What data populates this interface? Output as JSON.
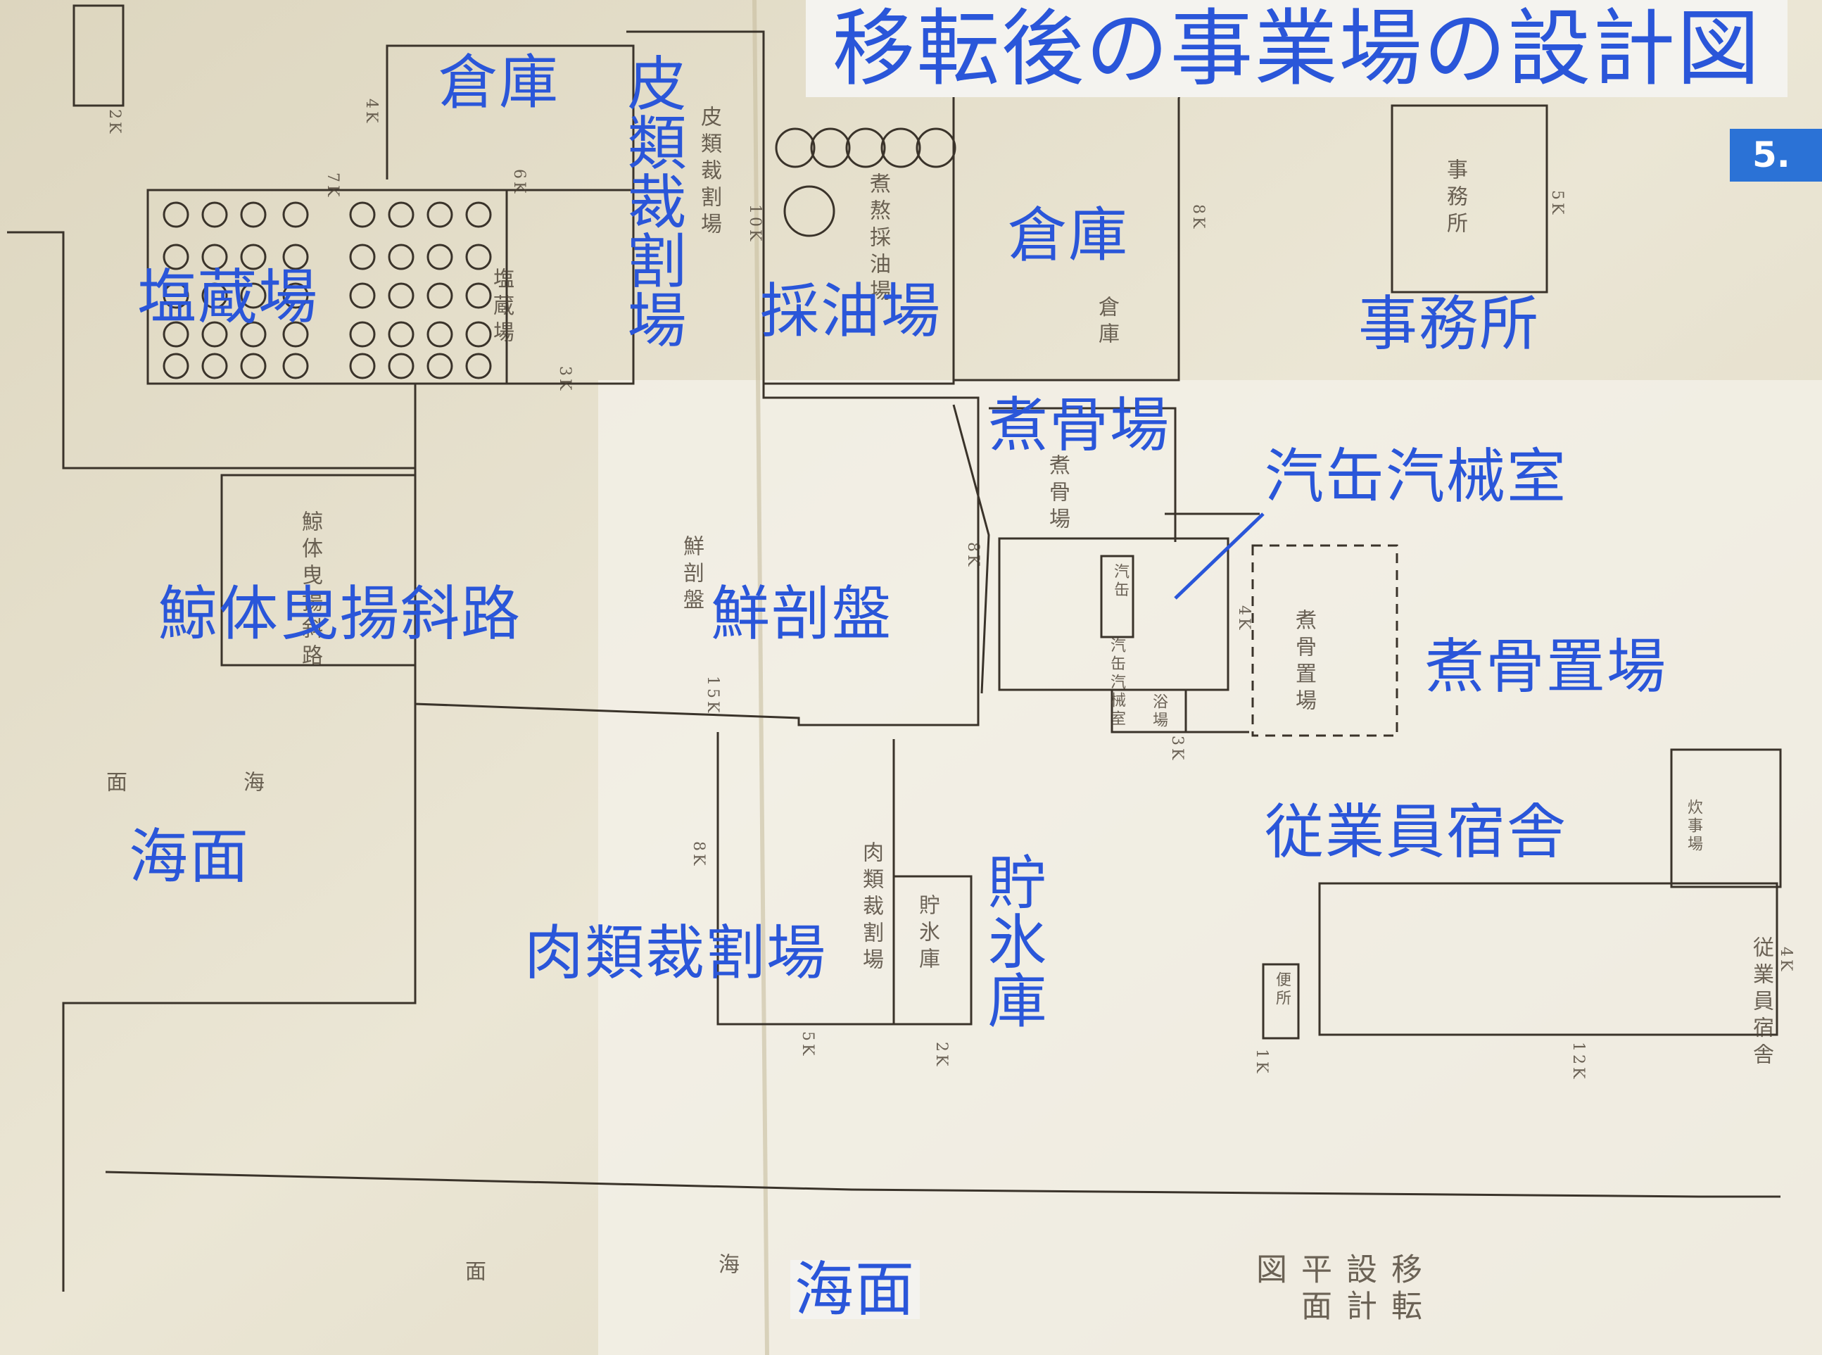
{
  "title": "移転後の事業場の設計図",
  "section_badge": "5.",
  "labels": {
    "warehouse_1": "倉庫",
    "skin_cutting": "皮類裁割場",
    "warehouse_2": "倉庫",
    "salt_storage": "塩蔵場",
    "oil_extraction": "採油場",
    "office": "事務所",
    "bone_boiling": "煮骨場",
    "boiler_room": "汽缶汽械室",
    "whale_slipway": "鯨体曳揚斜路",
    "flensing_deck": "鮮剖盤",
    "bone_storage": "煮骨置場",
    "sea_west": "海面",
    "dormitory": "従業員宿舎",
    "ice_storage": "貯氷庫",
    "meat_cutting": "肉類裁割場",
    "sea_south": "海面"
  },
  "handwritten": {
    "dorm_text": "従業員宿舎",
    "office_text": "事務所",
    "salt_text": "塩蔵場",
    "ice_text": "貯氷庫",
    "meat_text": "肉類裁割場",
    "skin_text": "皮類裁割場",
    "oil_text": "煮熬採油場",
    "bone_text": "煮骨場",
    "boiler_text": "汽缶汽械室",
    "slipway_text": "鯨体曳揚斜路",
    "flensing_text": "鮮剖盤",
    "bath_text": "浴場",
    "warehouse_text": "倉庫",
    "bone_storage_text": "煮骨置場",
    "toilet_text": "便所",
    "cooking_text": "炊事場",
    "boiler_can": "汽缶",
    "sea_a": "海",
    "sea_b": "面",
    "plan_title": "移転設計平面図",
    "d_8k": "8K",
    "d_4k": "4K",
    "d_6k": "6K",
    "d_10k": "10K",
    "d_5k": "5K",
    "d_15k": "15K",
    "d_12k": "12K",
    "d_3k": "3K",
    "d_2k": "2K",
    "d_1k": "1K",
    "d_7k": "7K"
  },
  "colors": {
    "label": "#2a56d9",
    "badge": "#2b72d6",
    "paper": "#ece6d3",
    "ink": "#3a332a"
  }
}
